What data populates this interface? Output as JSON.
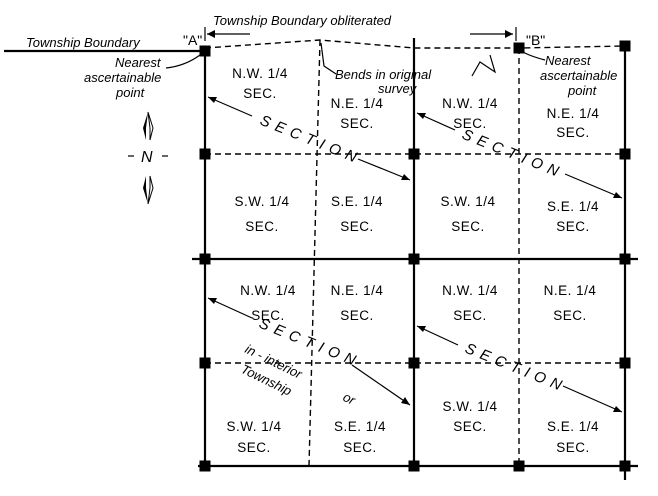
{
  "labels": {
    "township_boundary": "Township Boundary",
    "boundary_obliterated": "Township  Boundary  obliterated",
    "corner_a": "\"A\"",
    "corner_b": "\"B\"",
    "nearest_left_1": "Nearest",
    "nearest_left_2": "ascertainable",
    "nearest_left_3": "point",
    "nearest_right_1": "Nearest",
    "nearest_right_2": "ascertainable",
    "nearest_right_3": "point",
    "bends_1": "Bends in original",
    "bends_2": "survey",
    "north": "N",
    "section": "SECTION",
    "interior_1": "in - interior",
    "interior_2": "or",
    "interior_3": "Township",
    "sec": "SEC."
  },
  "quarters": [
    {
      "id": "s1-nw",
      "name": "N.W. 1/4"
    },
    {
      "id": "s1-ne",
      "name": "N.E. 1/4"
    },
    {
      "id": "s2-nw",
      "name": "N.W. 1/4"
    },
    {
      "id": "s2-ne",
      "name": "N.E. 1/4"
    },
    {
      "id": "s1-sw",
      "name": "S.W. 1/4"
    },
    {
      "id": "s1-se",
      "name": "S.E. 1/4"
    },
    {
      "id": "s2-sw",
      "name": "S.W. 1/4"
    },
    {
      "id": "s2-se",
      "name": "S.E. 1/4"
    },
    {
      "id": "s3-nw",
      "name": "N.W. 1/4"
    },
    {
      "id": "s3-ne",
      "name": "N.E. 1/4"
    },
    {
      "id": "s4-nw",
      "name": "N.W. 1/4"
    },
    {
      "id": "s4-ne",
      "name": "N.E. 1/4"
    },
    {
      "id": "s3-sw",
      "name": "S.W. 1/4"
    },
    {
      "id": "s3-se",
      "name": "S.E. 1/4"
    },
    {
      "id": "s4-sw",
      "name": "S.W. 1/4"
    },
    {
      "id": "s4-se",
      "name": "S.E. 1/4"
    }
  ]
}
